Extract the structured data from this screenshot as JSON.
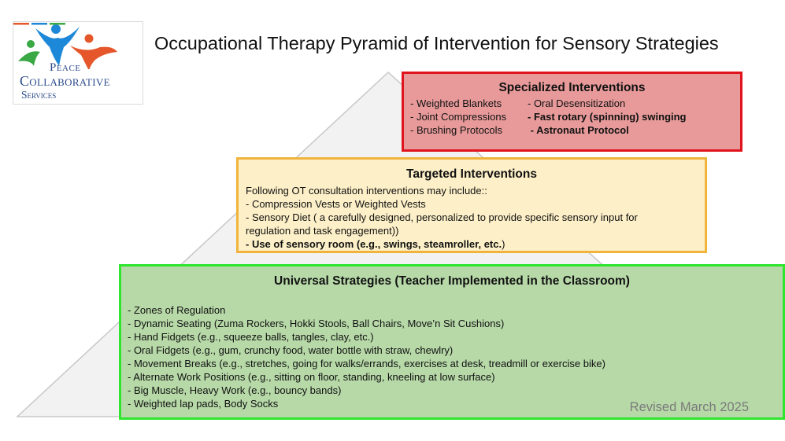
{
  "logo": {
    "line1": "Peace",
    "line2": "Collaborative",
    "line3": "Services",
    "colors": {
      "green": "#3aa845",
      "blue": "#1e88d8",
      "orange": "#e5572b",
      "text": "#2a4a8a"
    }
  },
  "title": "Occupational Therapy Pyramid of Intervention for Sensory Strategies",
  "specialized": {
    "title": "Specialized Interventions",
    "rows": [
      {
        "left": "- Weighted Blankets",
        "right": "- Oral Desensitization",
        "right_bold": false
      },
      {
        "left": "- Joint Compressions",
        "right": "- Fast rotary (spinning) swinging",
        "right_bold": true
      },
      {
        "left": "- Brushing Protocols",
        "right": " - Astronaut Protocol",
        "right_bold": true
      }
    ]
  },
  "targeted": {
    "title": "Targeted Interventions",
    "intro": "Following OT consultation interventions may include::",
    "item1": "- Compression Vests or Weighted Vests",
    "item2": "- Sensory Diet ( a carefully designed, personalized  to provide specific sensory input for",
    "item2b": "regulation and task engagement))",
    "item3_bold": "- Use of  sensory room (e.g., swings, steamroller, etc.",
    "item3_tail": ")"
  },
  "universal": {
    "title": "Universal Strategies (Teacher Implemented in the Classroom)",
    "items": [
      "- Zones of Regulation",
      "- Dynamic Seating (Zuma Rockers, Hokki Stools, Ball Chairs, Move’n Sit Cushions)",
      "- Hand Fidgets (e.g., squeeze balls, tangles, clay, etc.)",
      "- Oral Fidgets (e.g., gum, crunchy food, water bottle with straw, chewlry)",
      "- Movement Breaks (e.g., stretches, going for walks/errands, exercises at desk, treadmill or exercise bike)",
      "- Alternate Work Positions (e.g., sitting on floor, standing, kneeling at low surface)",
      "- Big Muscle, Heavy Work (e.g., bouncy bands)",
      "- Weighted lap pads,  Body Socks"
    ],
    "revised": "Revised March 2025"
  },
  "colors": {
    "specialized_fill": "#e89a9a",
    "specialized_border": "#e0141c",
    "targeted_fill": "#fdf0c8",
    "targeted_border": "#f0b43c",
    "universal_fill": "#b7d9a8",
    "universal_border": "#2fe62f",
    "pyramid_fill": "#f2f2f2",
    "pyramid_edge": "#c8c8c8"
  }
}
